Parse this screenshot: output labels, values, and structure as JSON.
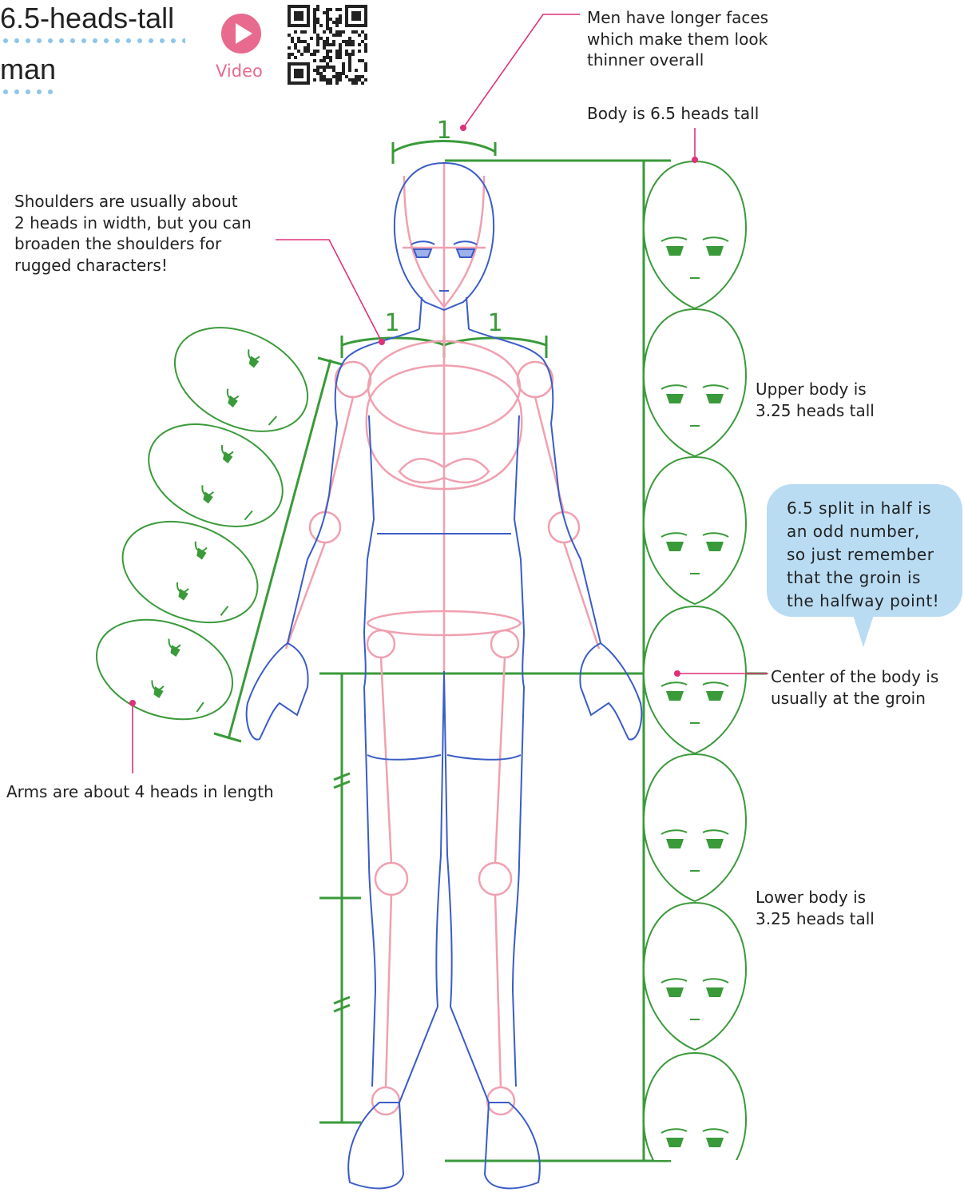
{
  "header": {
    "title": "6.5-heads-tall",
    "subtitle": "man",
    "video_label": "Video",
    "play_icon": "play-icon",
    "qr_icon": "qr-code-icon"
  },
  "measure_labels": {
    "head_width": "1",
    "shoulder_left": "1",
    "shoulder_right": "1"
  },
  "annotations": {
    "faces": "Men have longer faces\nwhich make them look\nthinner overall",
    "body_height": "Body is 6.5 heads tall",
    "shoulders": "Shoulders are usually about\n2 heads in width, but you can\nbroaden the shoulders for\nrugged characters!",
    "upper_body": "Upper body is\n3.25 heads tall",
    "center": "Center of the body is\nusually at the groin",
    "arms": "Arms are about 4 heads in length",
    "lower_body": "Lower body is\n3.25 heads tall"
  },
  "tip_bubble": {
    "text": "6.5 split in half is\nan odd number,\nso just remember\nthat the groin is\nthe halfway point!"
  },
  "colors": {
    "guide": "#3a9a3a",
    "body_outline": "#3a5cc8",
    "skeleton": "#f0a0b0",
    "pointer": "#e0307a",
    "accent": "#e86a8f",
    "bubble": "#b9dcf3"
  }
}
